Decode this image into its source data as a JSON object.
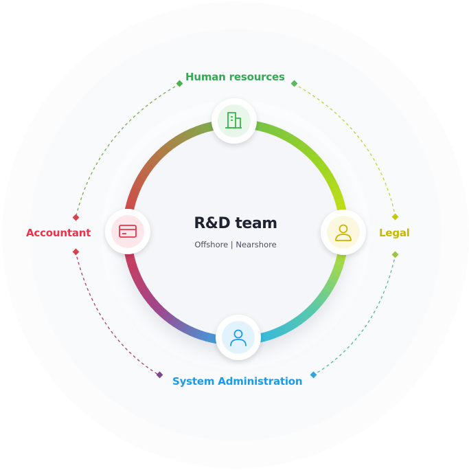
{
  "center": {
    "title": "R&D team",
    "subtitle": "Offshore | Nearshore"
  },
  "nodes": {
    "hr": {
      "label": "Human resources",
      "color": "#34a853",
      "icon": "building-icon"
    },
    "legal": {
      "label": "Legal",
      "color": "#c8b800",
      "icon": "user-icon"
    },
    "sysadm": {
      "label": "System Administration",
      "color": "#1a9be8",
      "icon": "user-icon"
    },
    "acct": {
      "label": "Accountant",
      "color": "#e8334a",
      "icon": "credit-card-icon"
    }
  }
}
